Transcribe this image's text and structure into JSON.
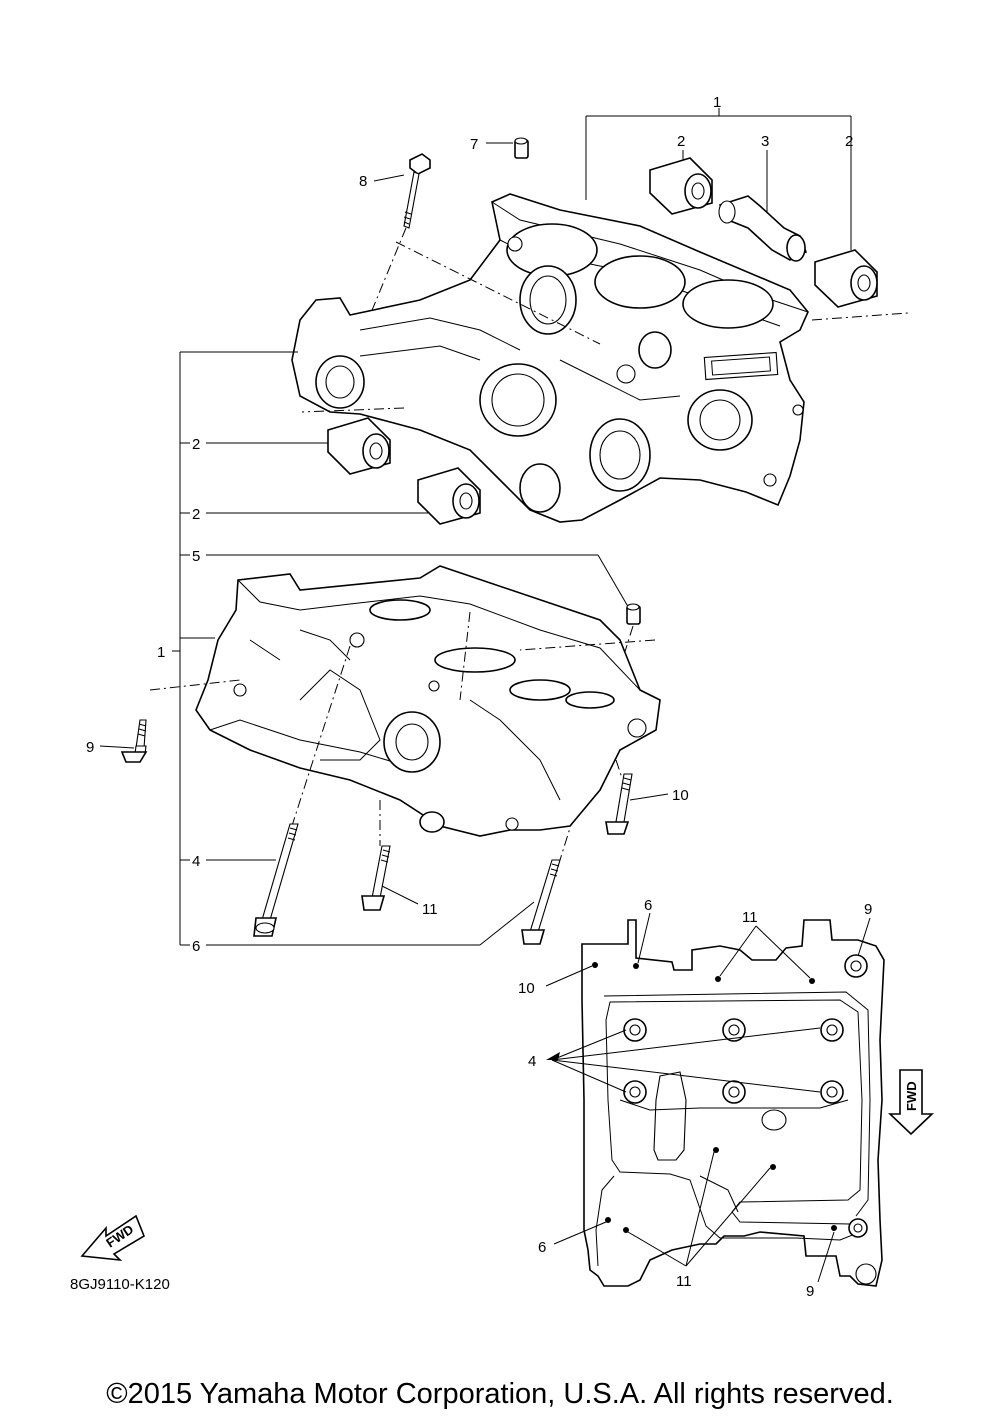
{
  "callouts": {
    "c1_top": "1",
    "c2_top_left": "2",
    "c3_top": "3",
    "c2_top_right": "2",
    "c7": "7",
    "c8": "8",
    "c2_mid_a": "2",
    "c2_mid_b": "2",
    "c5": "5",
    "c1_left": "1",
    "c9_left": "9",
    "c10_right": "10",
    "c4_left": "4",
    "c11_mid": "11",
    "c6_left": "6",
    "c6_detail_top": "6",
    "c11_detail_top": "11",
    "c9_detail_top": "9",
    "c10_detail": "10",
    "c4_detail": "4",
    "c6_detail_bottom": "6",
    "c11_detail_bottom": "11",
    "c9_detail_bottom": "9"
  },
  "fwd_label": "FWD",
  "fwd_label_detail": "FWD",
  "diagram_code": "8GJ9110-K120",
  "copyright": "©2015 Yamaha Motor Corporation, U.S.A. All rights reserved."
}
